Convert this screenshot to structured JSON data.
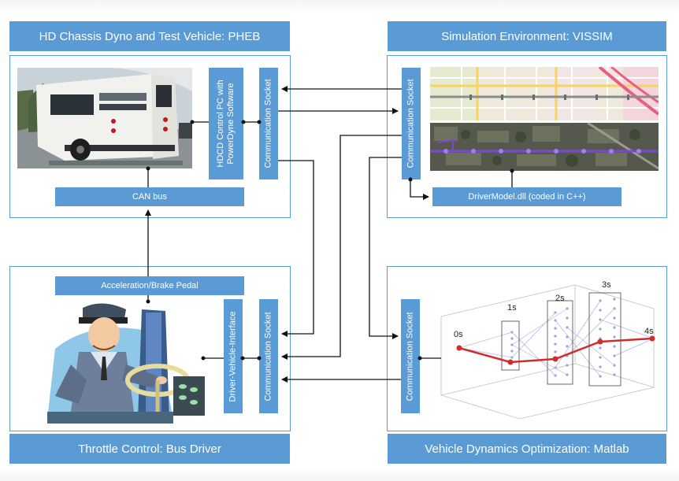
{
  "titles": {
    "hd_chassis": "HD Chassis Dyno and Test Vehicle: PHEB",
    "simulation": "Simulation Environment: VISSIM",
    "throttle": "Throttle Control: Bus Driver",
    "vehicle_dynamics": "Vehicle Dynamics Optimization: Matlab"
  },
  "blocks": {
    "hdcd_pc": "HDCD Control PC with PowerDyne Software",
    "comm_socket": "Communication Socket",
    "can_bus": "CAN bus",
    "driver_model": "DriverModel.dll (coded in C++)",
    "pedal": "Acceleration/Brake Pedal",
    "dvi": "Driver-Vehicle-Interface"
  },
  "plot_labels": {
    "t0": "0s",
    "t1": "1s",
    "t2": "2s",
    "t3": "3s",
    "t4": "4s"
  },
  "colors": {
    "accent": "#5a9bd5",
    "panel_border": "#5b9bd5",
    "optimal_path": "#d22c2c",
    "candidate_points": "#8a90d8"
  },
  "icons": [
    "bus-photo",
    "street-map",
    "satellite-map",
    "bus-driver-clipart",
    "optimization-3d-plot"
  ]
}
